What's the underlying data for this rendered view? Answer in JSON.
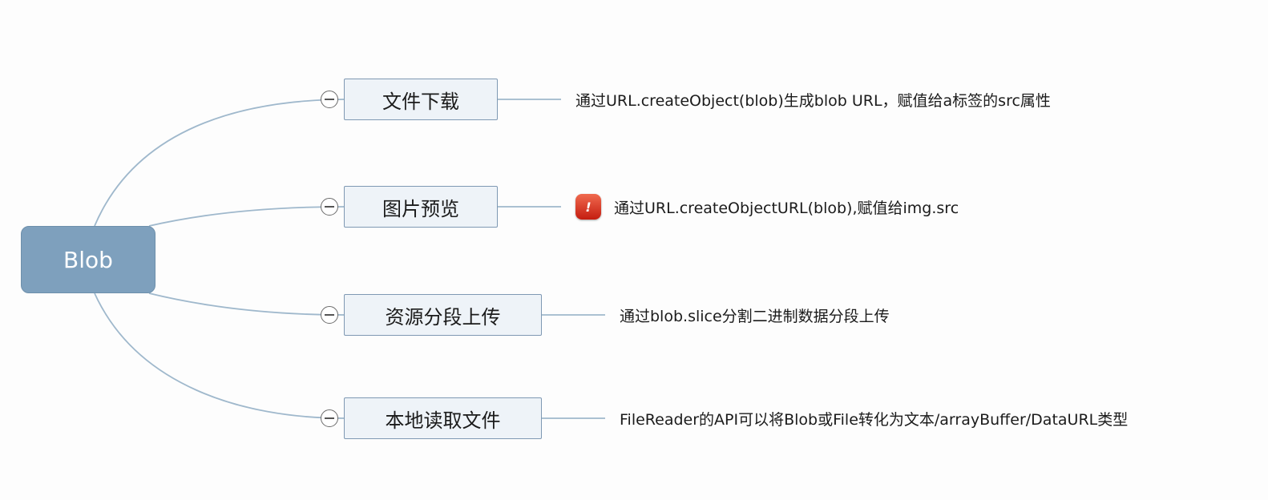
{
  "root": {
    "label": "Blob"
  },
  "topics": [
    {
      "label": "文件下载",
      "note": "通过URL.createObject(blob)生成blob URL，赋值给a标签的src属性"
    },
    {
      "label": "图片预览",
      "note": "通过URL.createObjectURL(blob),赋值给img.src",
      "marker": "!"
    },
    {
      "label": "资源分段上传",
      "note": "通过blob.slice分割二进制数据分段上传"
    },
    {
      "label": "本地读取文件",
      "note": "FileReader的API可以将Blob或File转化为文本/arrayBuffer/DataURL类型"
    }
  ],
  "colors": {
    "root_fill": "#7ea0bd",
    "topic_fill": "#eef3f8",
    "topic_border": "#7f99b3",
    "connector": "#9fb8cc",
    "marker": "#d9301c"
  },
  "icons": {
    "collapse": "minus-circle-icon",
    "marker": "exclamation-marker-icon"
  }
}
